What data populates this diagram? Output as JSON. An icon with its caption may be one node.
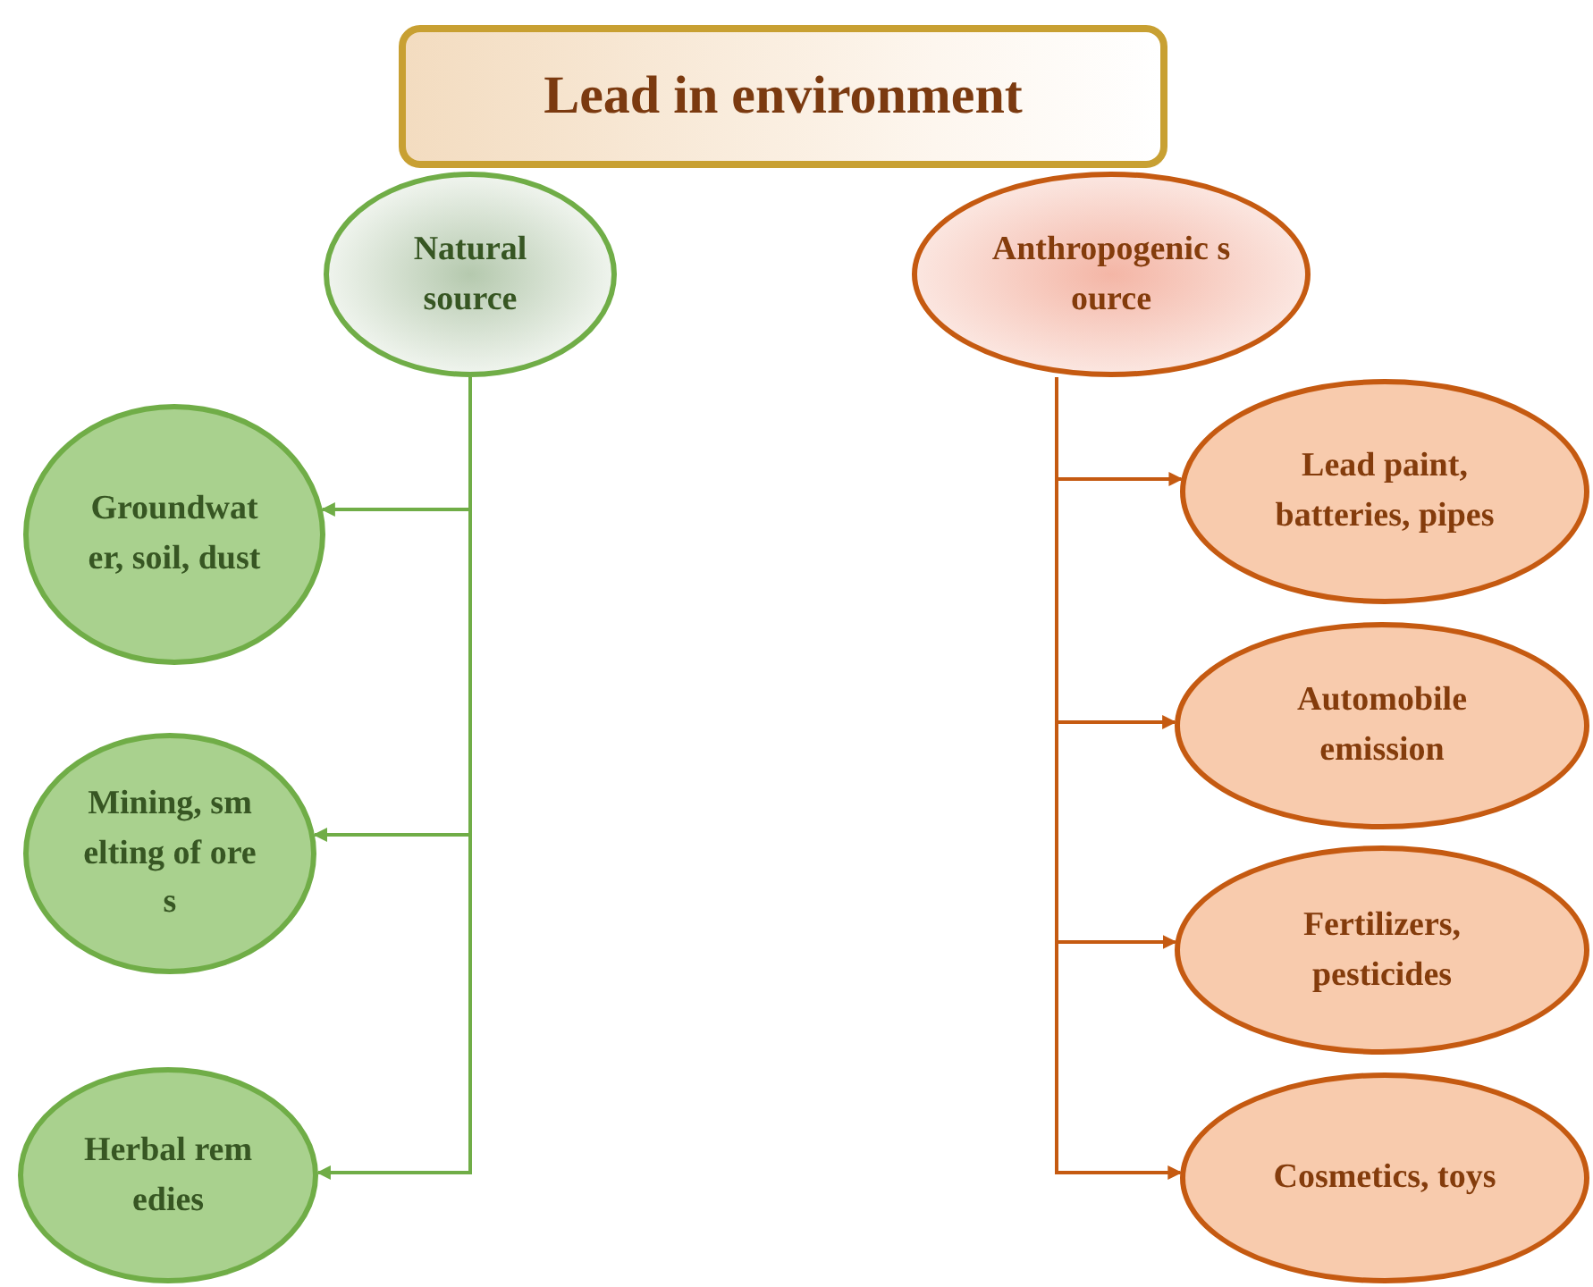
{
  "diagram": {
    "nodes": [
      {
        "text": [
          "Lead in environment"
        ]
      },
      {
        "text": [
          "Natural source"
        ]
      },
      {
        "text": [
          "Anthropogenic source"
        ]
      },
      {
        "text": [
          "Groundwater, soil, dust"
        ]
      },
      {
        "text": [
          "Mining, smelting of ores"
        ]
      },
      {
        "text": [
          "Herbal remedies"
        ]
      },
      {
        "text": [
          "Lead paint, batteries, pipes"
        ]
      },
      {
        "text": [
          "Automobile emission"
        ]
      },
      {
        "text": [
          "Fertilizers, pesticides"
        ]
      },
      {
        "text": [
          "Cosmetics, toys"
        ]
      }
    ],
    "edges": [
      {
        "from": 1,
        "to": 3,
        "arrow": "to",
        "color": "#70ad47"
      },
      {
        "from": 1,
        "to": 4,
        "arrow": "to",
        "color": "#70ad47"
      },
      {
        "from": 1,
        "to": 5,
        "arrow": "to",
        "color": "#70ad47"
      },
      {
        "from": 2,
        "to": 6,
        "arrow": "to"
      },
      {
        "from": 2,
        "to": 7,
        "arrow": "to"
      },
      {
        "from": 2,
        "to": 8,
        "arrow": "to"
      },
      {
        "from": 2,
        "to": 9,
        "arrow": "to"
      }
    ]
  }
}
